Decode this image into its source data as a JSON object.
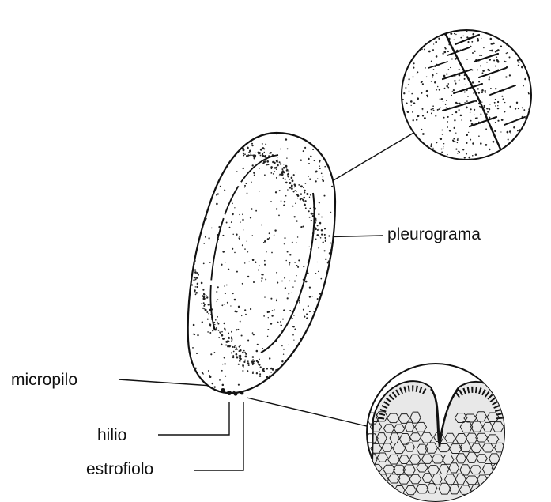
{
  "labels": {
    "pleurograma": "pleurograma",
    "micropilo": "micropilo",
    "hilio": "hilio",
    "estrofiolo": "estrofiolo"
  },
  "colors": {
    "ink": "#111111",
    "background": "#ffffff",
    "tissue": "#e8e8e8"
  }
}
